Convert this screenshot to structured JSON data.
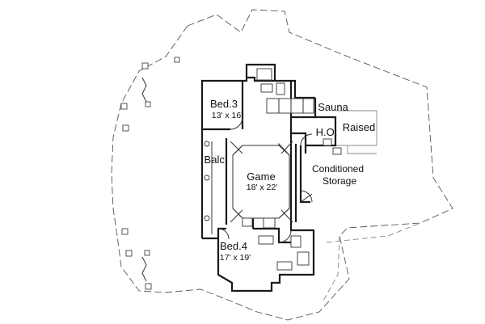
{
  "rooms": {
    "bed3": {
      "name": "Bed.3",
      "size": "13' x 16'"
    },
    "sauna": {
      "name": "Sauna"
    },
    "ho": {
      "name": "H.O."
    },
    "raised": {
      "name": "Raised"
    },
    "balc": {
      "name": "Balc."
    },
    "game": {
      "name": "Game",
      "size": "18' x 22'"
    },
    "storage": {
      "line1": "Conditioned",
      "line2": "Storage"
    },
    "bed4": {
      "name": "Bed.4",
      "size": "17' x 19'"
    }
  }
}
